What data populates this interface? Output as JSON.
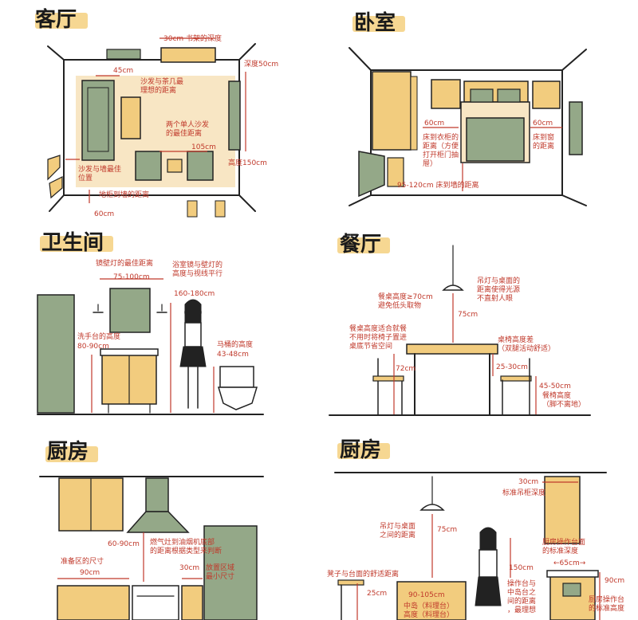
{
  "colors": {
    "sage": "#94a888",
    "sage_dark": "#6f8566",
    "wood": "#f2cc7e",
    "beige": "#f8e6c4",
    "dim": "#c0392b",
    "ink": "#222222"
  },
  "living": {
    "title": "客厅",
    "bookshelf_depth": "30cm  书架的深度",
    "depth50": "深度50cm",
    "d45": "45cm",
    "sofa_table": "沙发与茶几最\n理想的距离",
    "two_chairs": "两个单人沙发\n的最佳距离",
    "d105": "105cm",
    "height150": "高度150cm",
    "sofa_wall": "沙发与墙最佳\n位置",
    "cabinet_wall": "地柜到墙的距离",
    "d60": "60cm"
  },
  "bedroom": {
    "title": "卧室",
    "left_60": "60cm",
    "left_desc": "床到衣柜的\n距离（方便\n打开柜门抽\n屉）",
    "right_60": "60cm",
    "right_desc": "床到窗\n的距离",
    "bottom": "95-120cm   床到墙的距离"
  },
  "bathroom": {
    "title": "卫生间",
    "mirror_light": "镜壁灯的最佳距离",
    "d75_100": "75-100cm",
    "mirror_height": "浴室镜与壁灯的\n高度与视线平行",
    "d160_180": "160-180cm",
    "sink_height": "洗手台的高度",
    "d80_90": "80-90cm",
    "toilet_height": "马桶的高度",
    "d43_48": "43-48cm"
  },
  "dining": {
    "title": "餐厅",
    "table_height_text": "餐桌高度≥70cm\n避免低头取物",
    "light_text": "吊灯与桌面的\n距离使得光源\n不直射人眼",
    "d75": "75cm",
    "table_chair": "餐桌高度适合就餐\n不用时将椅子置进\n桌底节省空间",
    "d72": "72cm",
    "chair_height": "桌椅高度差\n（双腿活动舒适）",
    "d25_30": "25-30cm",
    "d45_50": "45-50cm",
    "seat_height": "餐椅高度\n（脚不离地）"
  },
  "kitchen_left": {
    "title": "厨房",
    "d60_90": "60-90cm",
    "hood_text": "燃气灶到油烟机底部\n的距离根据类型来判断",
    "prep_size": "准备区的尺寸",
    "d90": "90cm",
    "d30": "30cm",
    "min_size": "放置区域\n最小尺寸"
  },
  "kitchen_right": {
    "title": "厨房",
    "d30": "30cm",
    "cabinet_depth": "标准吊柜深度",
    "light_table": "吊灯与桌面\n之间的距离",
    "d75": "75cm",
    "counter_depth": "厨房操作台面\n的标准深度",
    "d65": "←65cm→",
    "stool_text": "凳子与台面的舒适距离",
    "d150": "150cm",
    "d90": "90cm",
    "d25": "25cm",
    "d90_105": "90-105cm",
    "island": "中岛（料理台）\n高度（料理台）",
    "island_gap": "操作台与\n中岛台之\n间的距离\n，最理想",
    "kitchen_std": "厨房操作台\n的标准高度"
  }
}
